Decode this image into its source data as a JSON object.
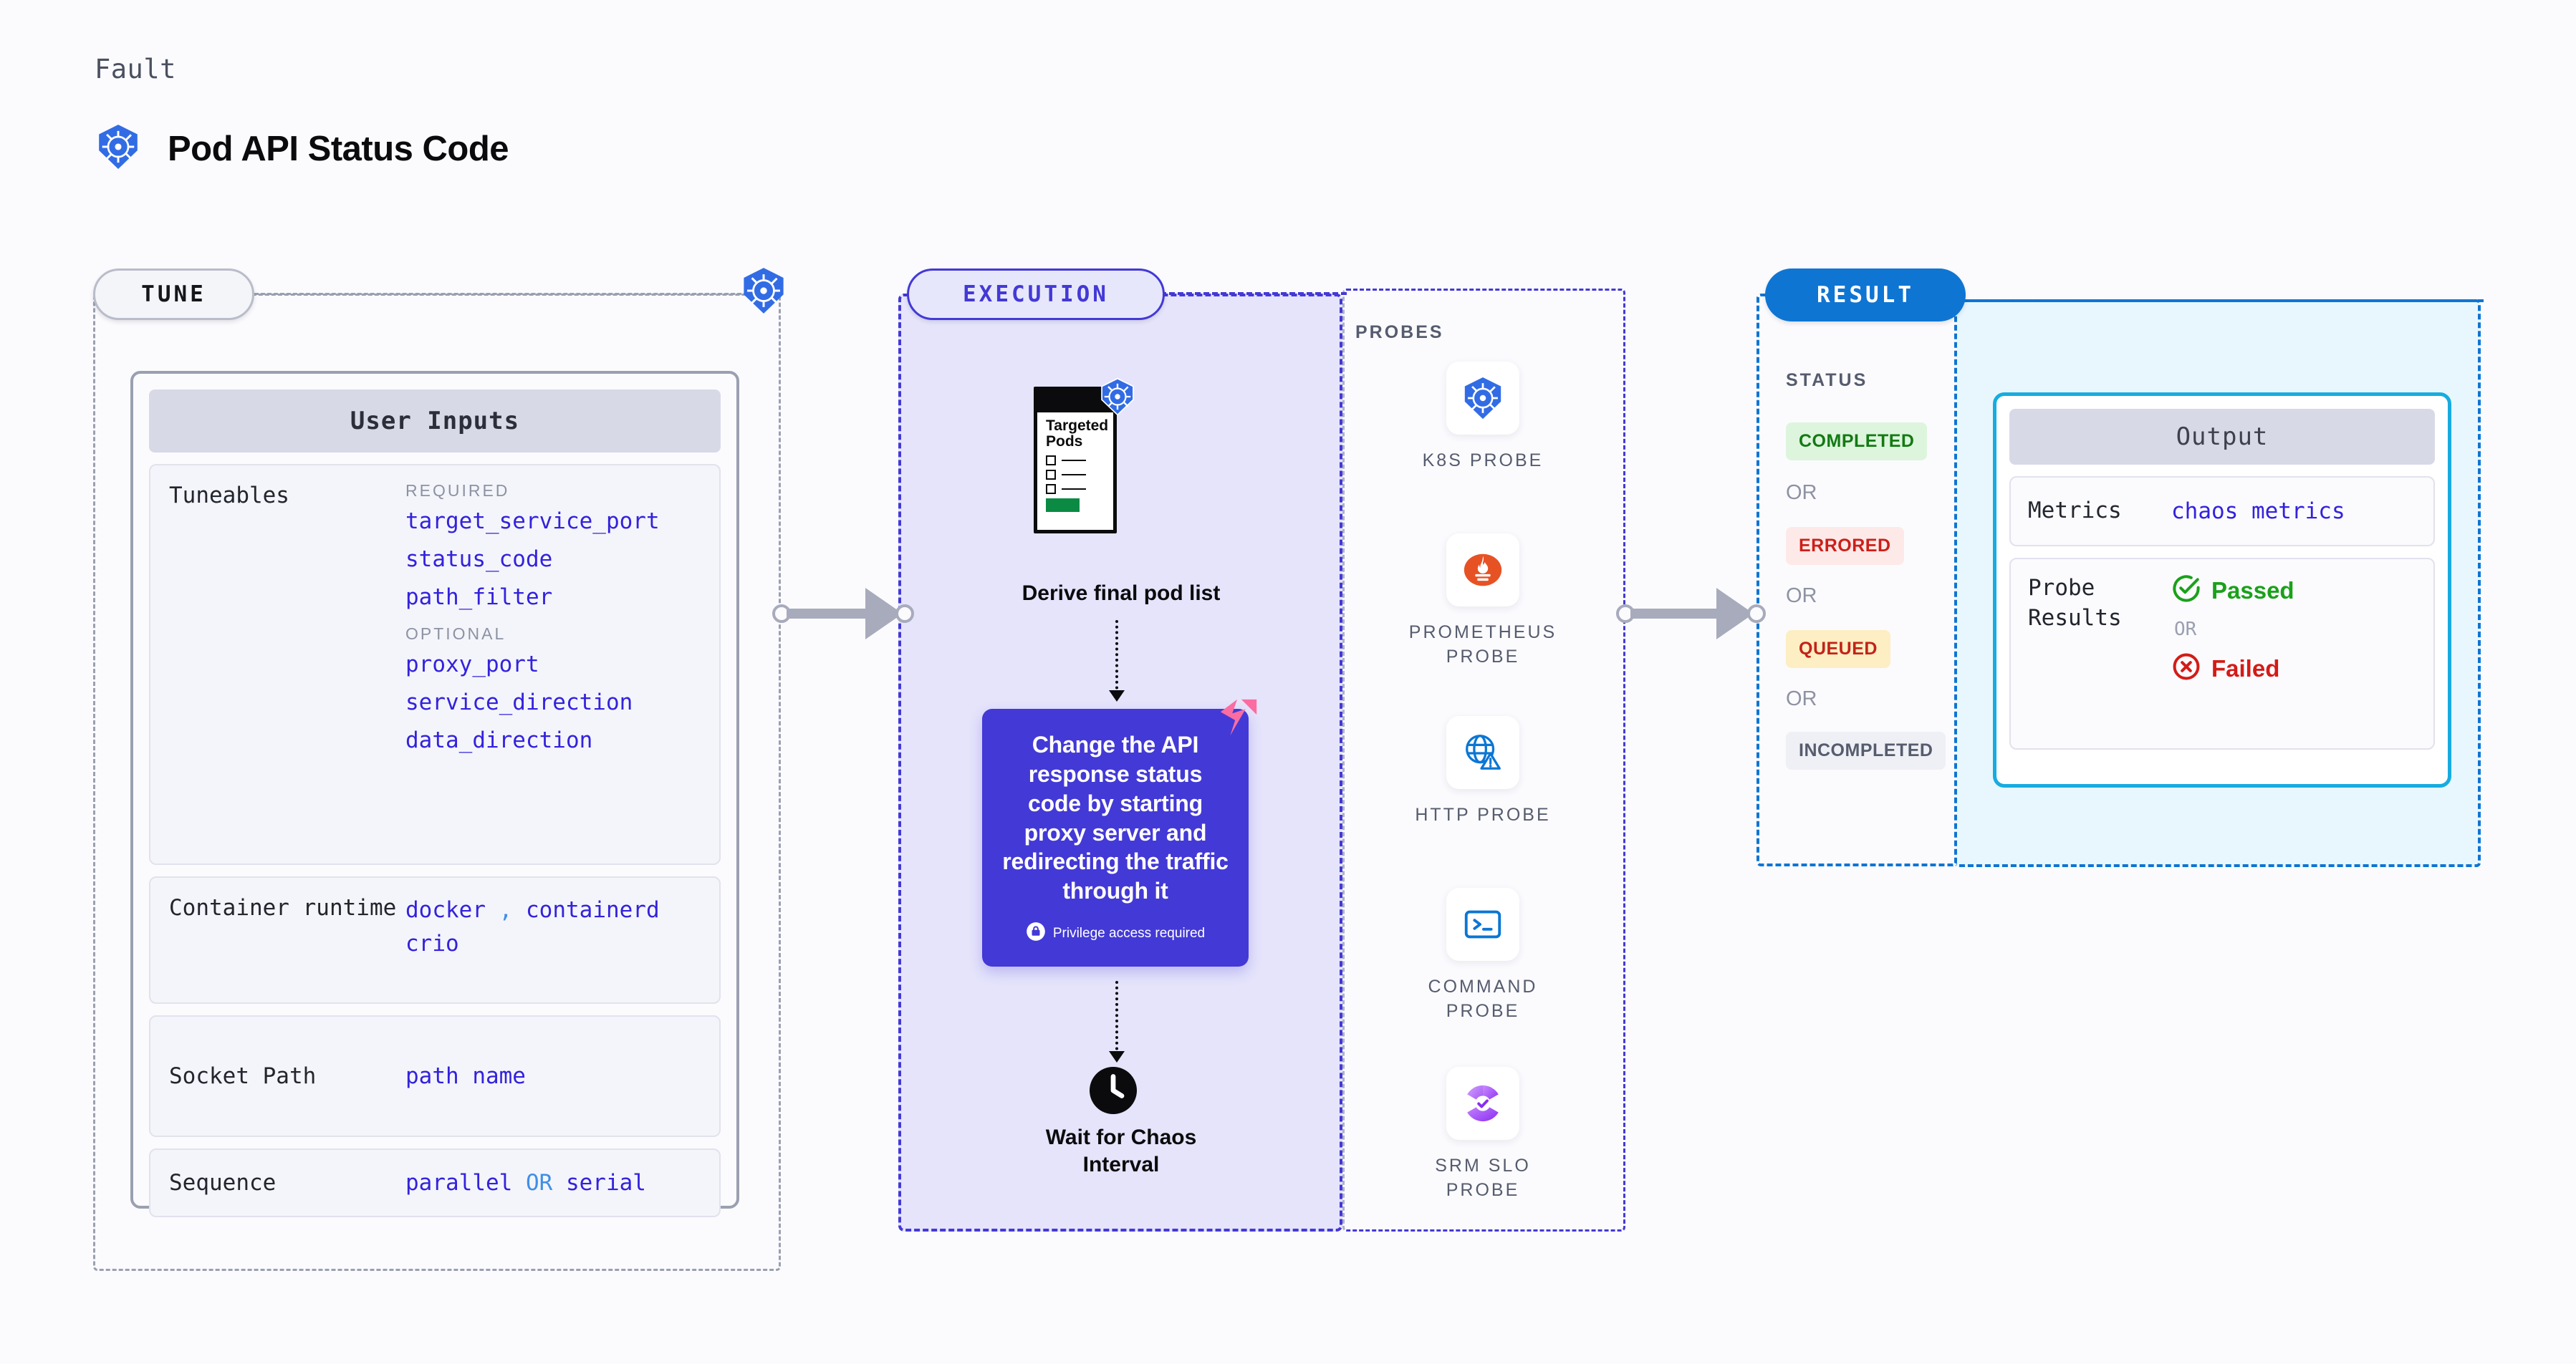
{
  "header": {
    "eyebrow": "Fault",
    "title": "Pod API Status Code",
    "icon": "kubernetes-icon"
  },
  "stages": {
    "tune": {
      "pill_label": "TUNE",
      "badge_icon": "kubernetes-icon"
    },
    "execution": {
      "pill_label": "EXECUTION"
    },
    "result": {
      "pill_label": "RESULT"
    }
  },
  "tune": {
    "card_title": "User Inputs",
    "rows": [
      {
        "label": "Tuneables",
        "groups": [
          {
            "title": "REQUIRED",
            "items": [
              "target_service_port",
              "status_code",
              "path_filter"
            ]
          },
          {
            "title": "OPTIONAL",
            "items": [
              "proxy_port",
              "service_direction",
              "data_direction"
            ]
          }
        ]
      },
      {
        "label": "Container runtime",
        "value_line1": "docker",
        "separator": ",",
        "value_line2": "containerd",
        "value_line3": "crio"
      },
      {
        "label": "Socket Path",
        "value": "path name"
      },
      {
        "label": "Sequence",
        "value_a": "parallel",
        "or": "OR",
        "value_b": "serial"
      }
    ]
  },
  "execution": {
    "pods_card": {
      "title_line1": "Targeted",
      "title_line2": "Pods",
      "badge_icon": "kubernetes-icon"
    },
    "derive_caption": "Derive final pod list",
    "action_card": {
      "text": "Change the API response status code by starting proxy server and redirecting the traffic through it",
      "privilege_note": "Privilege access required",
      "privilege_icon": "lock-icon",
      "corner_icon": "harness-logo-icon",
      "color": "#4339d6"
    },
    "wait_caption_line1": "Wait for Chaos",
    "wait_caption_line2": "Interval",
    "wait_icon": "clock-icon"
  },
  "probes": {
    "title": "PROBES",
    "items": [
      {
        "label_line1": "K8S  PROBE",
        "label_line2": "",
        "icon": "kubernetes-icon"
      },
      {
        "label_line1": "PROMETHEUS",
        "label_line2": "PROBE",
        "icon": "prometheus-icon"
      },
      {
        "label_line1": "HTTP  PROBE",
        "label_line2": "",
        "icon": "http-globe-warning-icon"
      },
      {
        "label_line1": "COMMAND",
        "label_line2": "PROBE",
        "icon": "terminal-icon"
      },
      {
        "label_line1": "SRM  SLO",
        "label_line2": "PROBE",
        "icon": "srm-slo-icon"
      }
    ]
  },
  "result": {
    "status_title": "STATUS",
    "or_label": "OR",
    "badges": [
      {
        "label": "COMPLETED",
        "bg": "#ddf5dd",
        "fg": "#137a13"
      },
      {
        "label": "ERRORED",
        "bg": "#fde9e7",
        "fg": "#cc1f1a"
      },
      {
        "label": "QUEUED",
        "bg": "#fdeec3",
        "fg": "#c22319"
      },
      {
        "label": "INCOMPLETED",
        "bg": "#eef0f5",
        "fg": "#565c6e"
      }
    ]
  },
  "output": {
    "card_title": "Output",
    "metrics_label": "Metrics",
    "metrics_value": "chaos metrics",
    "probe_results_label_line1": "Probe",
    "probe_results_label_line2": "Results",
    "passed_label": "Passed",
    "failed_label": "Failed",
    "or_label": "OR",
    "passed_icon": "check-circle-icon",
    "failed_icon": "x-circle-icon"
  },
  "colors": {
    "accent_purple": "#4339d6",
    "accent_blue": "#0e75d3",
    "accent_cyan": "#16ace0",
    "k8s_blue": "#326ce5",
    "mono_blue": "#3322dd",
    "harness_pink": "#fb6ca0"
  }
}
